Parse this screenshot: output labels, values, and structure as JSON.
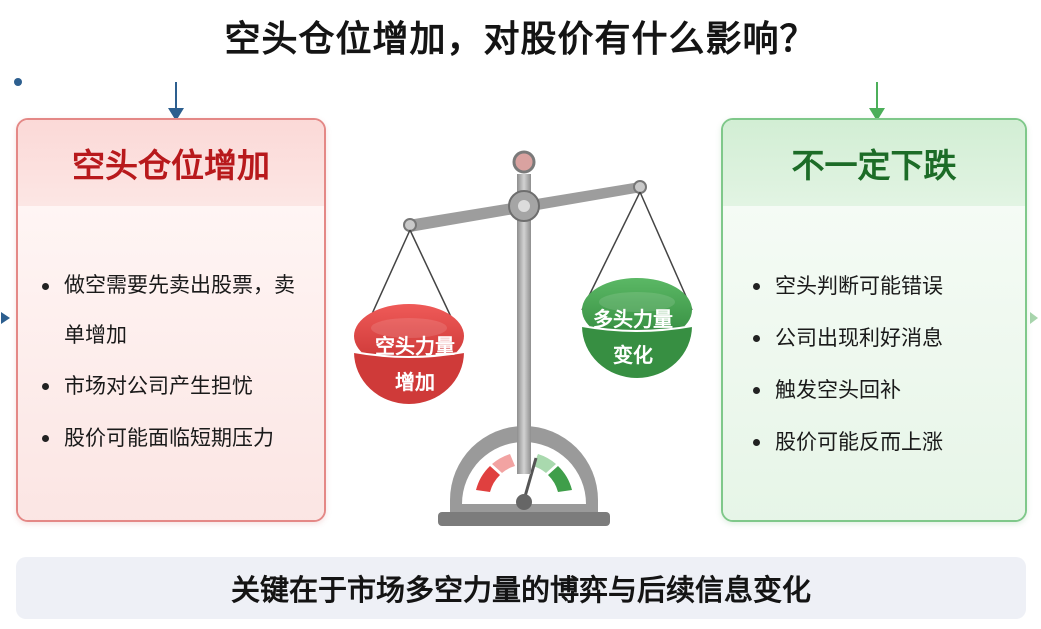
{
  "title": "空头仓位增加，对股价有什么影响？",
  "left_panel": {
    "heading": "空头仓位增加",
    "items": [
      "做空需要先卖出股票，卖单增加",
      "市场对公司产生担忧",
      "股价可能面临短期压力"
    ]
  },
  "right_panel": {
    "heading": "不一定下跌",
    "items": [
      "空头判断可能错误",
      "公司出现利好消息",
      "触发空头回补",
      "股价可能反而上涨"
    ]
  },
  "scale": {
    "left_pan_line1": "空头力量",
    "left_pan_line2": "增加",
    "right_pan_line1": "多头力量",
    "right_pan_line2": "变化"
  },
  "footer": "关键在于市场多空力量的博弈与后续信息变化",
  "colors": {
    "bear_red": "#e0403f",
    "bull_green": "#3f9e4a",
    "left_border": "#e48886",
    "right_border": "#7fc88a",
    "connector_blue": "#2d5f8f",
    "connector_green": "#4caf5a"
  }
}
